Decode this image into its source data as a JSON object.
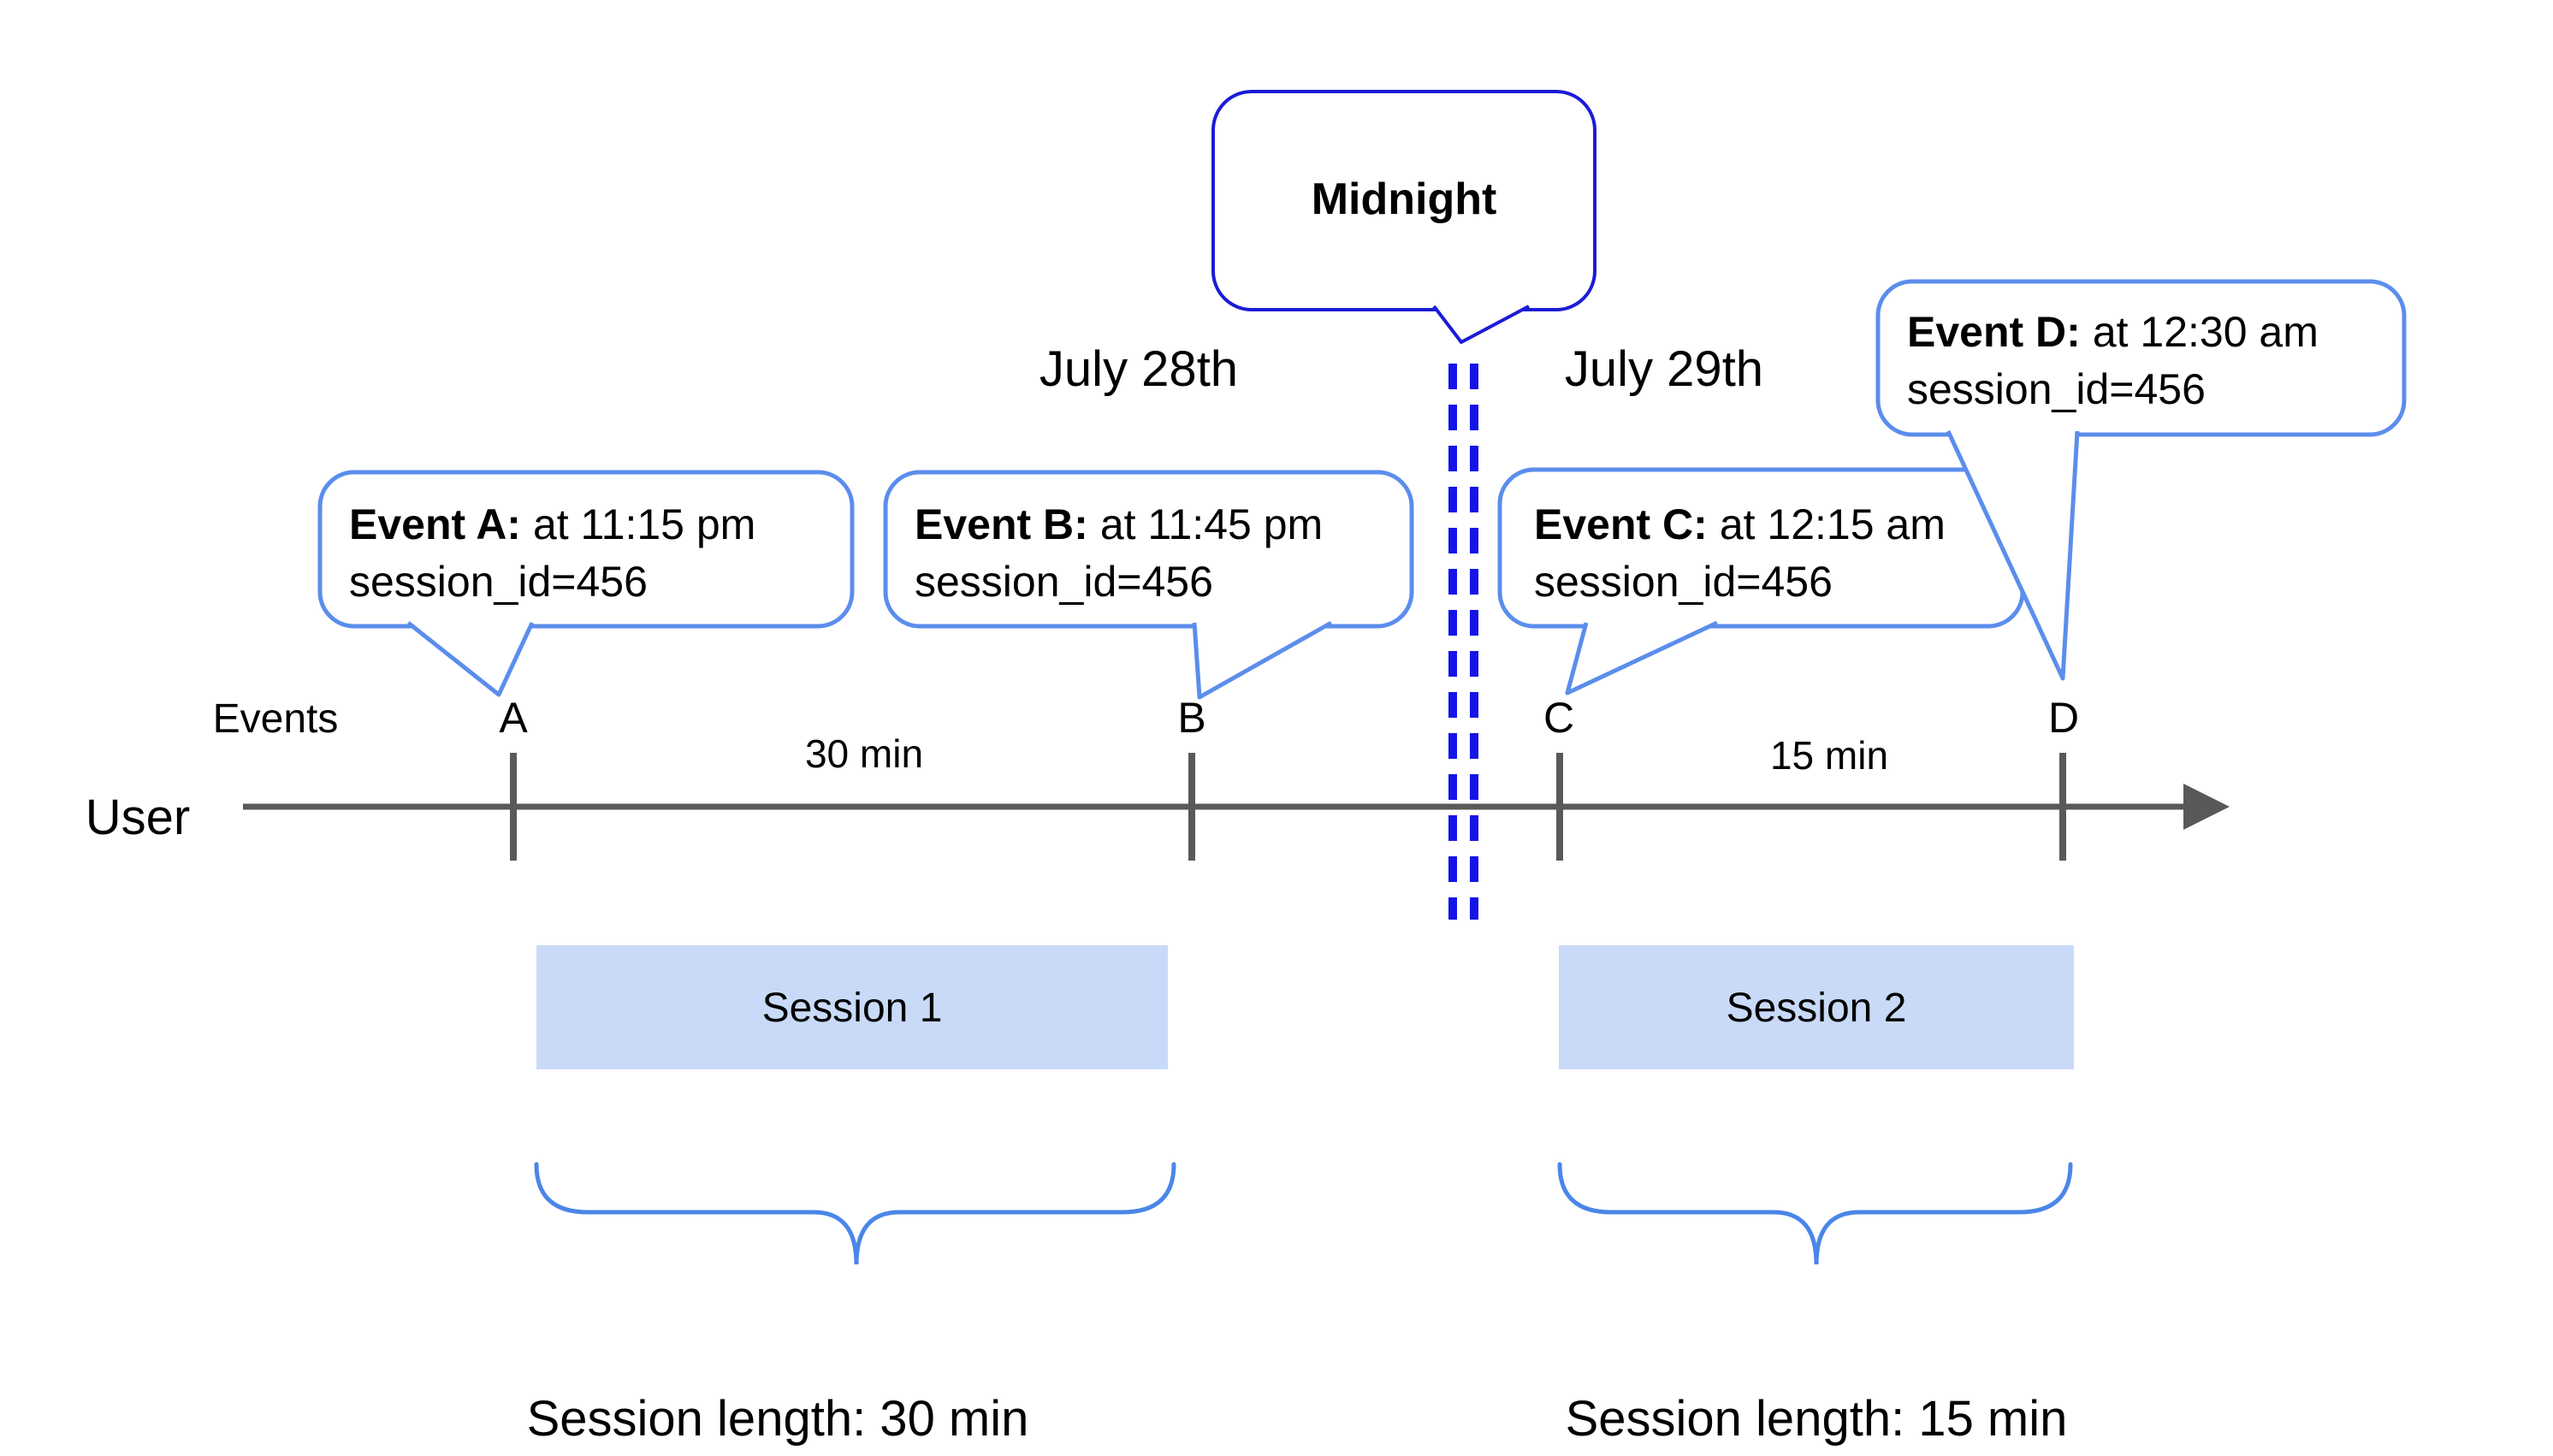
{
  "colors": {
    "event_bubble_border": "#5b8dec",
    "midnight_blue": "#1b1bd8",
    "dashed_line_blue": "#1414e8",
    "axis_gray": "#595959",
    "session_fill": "#c9daf8",
    "brace_blue": "#4a86e8"
  },
  "callouts": {
    "midnight": {
      "label": "Midnight"
    },
    "events": [
      {
        "letter": "A",
        "label": "Event A:",
        "time": "at 11:15 pm",
        "session_id": "session_id=456"
      },
      {
        "letter": "B",
        "label": "Event B:",
        "time": "at 11:45 pm",
        "session_id": "session_id=456"
      },
      {
        "letter": "C",
        "label": "Event C:",
        "time": "at 12:15 am",
        "session_id": "session_id=456"
      },
      {
        "letter": "D",
        "label": "Event D:",
        "time": "at 12:30 am",
        "session_id": "session_id=456"
      }
    ]
  },
  "dates": {
    "before": "July 28th",
    "after": "July 29th"
  },
  "axis": {
    "events_label": "Events",
    "user_label": "User"
  },
  "intervals": [
    {
      "label": "30 min"
    },
    {
      "label": "15 min"
    }
  ],
  "sessions": [
    {
      "name": "Session 1",
      "length": "Session length: 30 min"
    },
    {
      "name": "Session 2",
      "length": "Session length: 15 min"
    }
  ]
}
